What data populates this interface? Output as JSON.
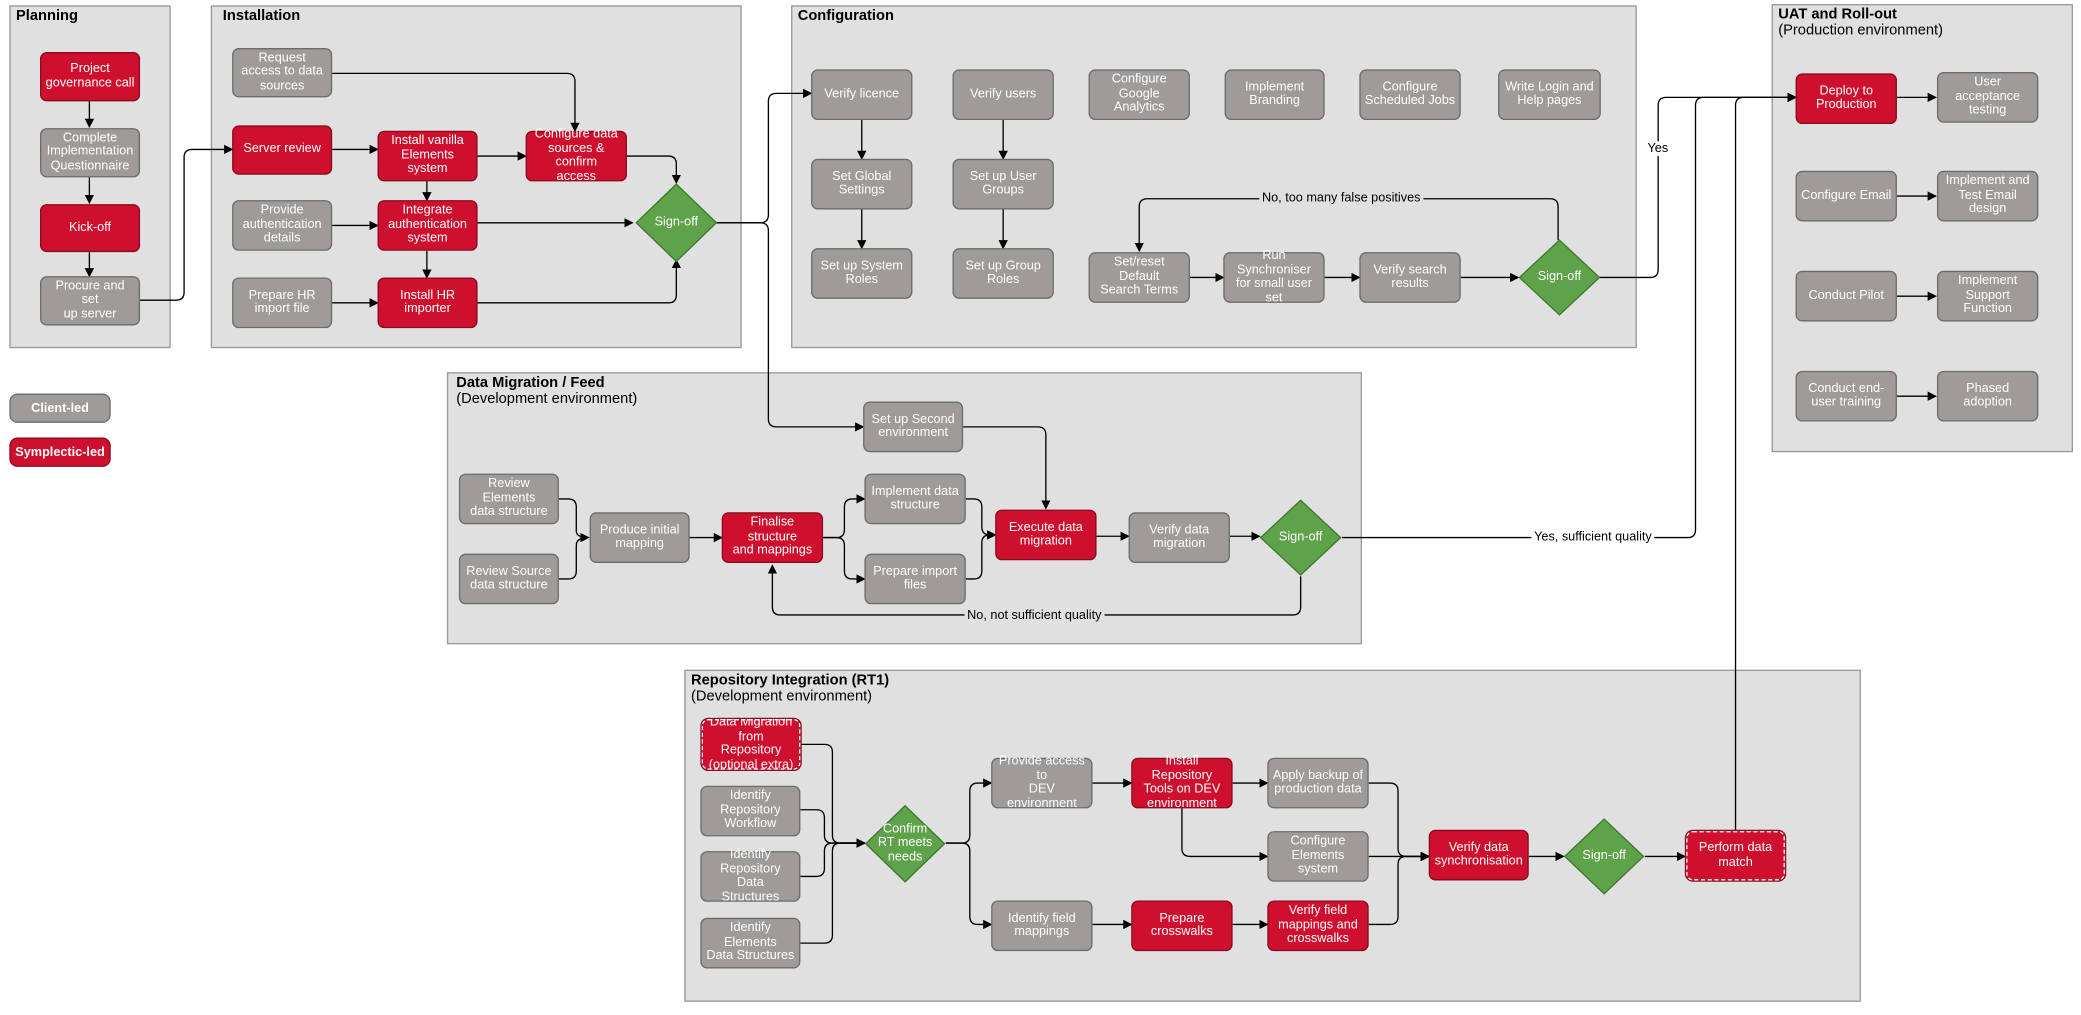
{
  "groups": {
    "planning": {
      "title": "Planning",
      "subtitle": ""
    },
    "installation": {
      "title": "Installation",
      "subtitle": ""
    },
    "configuration": {
      "title": "Configuration",
      "subtitle": ""
    },
    "uat": {
      "title": "UAT and Roll-out",
      "subtitle": "(Production environment)"
    },
    "migration": {
      "title": "Data Migration / Feed",
      "subtitle": "(Development environment)"
    },
    "repository": {
      "title": "Repository Integration (RT1)",
      "subtitle": "(Development environment)"
    }
  },
  "legend": {
    "client": "Client-led",
    "symplectic": "Symplectic-led"
  },
  "nodes": {
    "p1": "Project\ngovernance call",
    "p2": "Complete\nImplementation\nQuestionnaire",
    "p3": "Kick-off",
    "p4": "Procure and set\nup server",
    "i1": "Request\naccess to data\nsources",
    "i2": "Server review",
    "i3": "Install vanilla\nElements system",
    "i4": "Configure data\nsources & confirm\naccess",
    "i5": "Provide\nauthentication\ndetails",
    "i6": "Integrate\nauthentication\nsystem",
    "i7": "Prepare HR\nimport file",
    "i8": "Install HR\nimporter",
    "i9": "Sign-off",
    "c1": "Verify licence",
    "c2": "Set Global\nSettings",
    "c3": "Set up System\nRoles",
    "c4": "Verify users",
    "c5": "Set up User\nGroups",
    "c6": "Set up Group\nRoles",
    "c7": "Configure\nGoogle Analytics",
    "c8": "Implement\nBranding",
    "c9": "Configure\nScheduled Jobs",
    "c10": "Write Login and\nHelp pages",
    "c11": "Set/reset Default\nSearch Terms",
    "c12": "Run\nSynchroniser\nfor small user set",
    "c13": "Verify search\nresults",
    "c14": "Sign-off",
    "u1": "Deploy to\nProduction",
    "u2": "User acceptance\ntesting",
    "u3": "Configure Email",
    "u4": "Implement and\nTest  Email\ndesign",
    "u5": "Conduct Pilot",
    "u6": "Implement\nSupport Function",
    "u7": "Conduct end-\nuser training",
    "u8": "Phased\nadoption",
    "m1": "Set up Second\nenvironment",
    "m2": "Review Elements\ndata structure",
    "m3": "Review Source\ndata structure",
    "m4": "Produce initial\nmapping",
    "m5": "Finalise structure\nand mappings",
    "m6": "Implement data\nstructure",
    "m7": "Prepare import\nfiles",
    "m8": "Execute data\nmigration",
    "m9": "Verify data\nmigration",
    "m10": "Sign-off",
    "r1": "Data Migration\nfrom Repository\n(optional extra)",
    "r2": "Identify\nRepository\nWorkflow",
    "r3": "Identify\nRepository Data\nStructures",
    "r4": "Identify Elements\nData Structures",
    "r5": "Confirm\nRT meets\nneeds",
    "r6": "Provide access to\nDEV environment",
    "r7": "Install Repository\nTools on DEV\nenvironment",
    "r8": "Apply backup of\nproduction data",
    "r9": "Configure\nElements system",
    "r10": "Identify field\nmappings",
    "r11": "Prepare\ncrosswalks",
    "r12": "Verify field\nmappings and\ncrosswalks",
    "r13": "Verify data\nsynchronisation",
    "r14": "Sign-off",
    "r15": "Perform data\nmatch"
  },
  "edge_labels": {
    "false_positives": "No, too many false positives",
    "yes": "Yes",
    "yes_quality": "Yes, sufficient quality",
    "no_quality": "No, not sufficient quality"
  },
  "colors": {
    "client": "#9e9b98",
    "symplectic": "#cf0f2e",
    "signoff": "#5ea34a",
    "group_bg": "#e0e0e0"
  }
}
